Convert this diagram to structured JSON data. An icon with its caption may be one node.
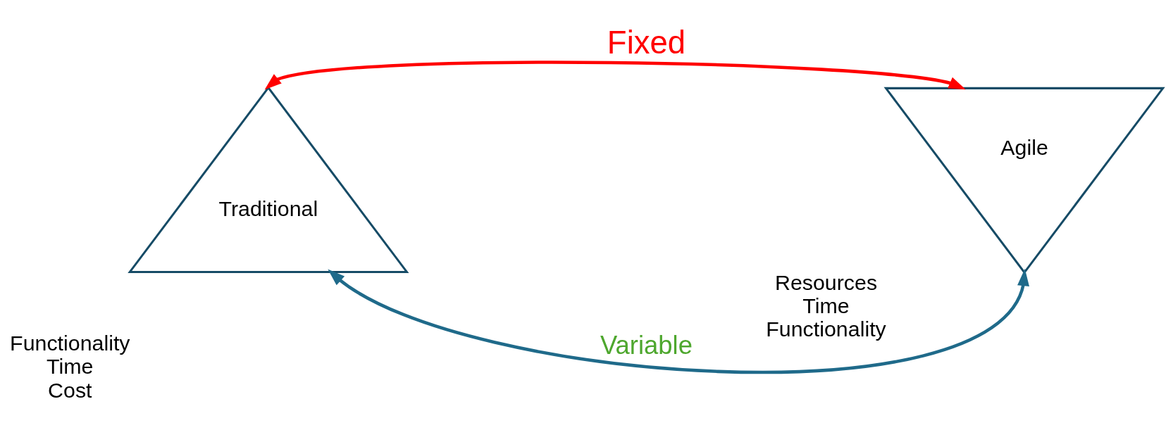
{
  "diagram": {
    "nodes": [
      {
        "text": [
          "Traditional"
        ],
        "beside": [
          "Functionality",
          "Time",
          "Cost"
        ]
      },
      {
        "text": [
          "Agile"
        ],
        "beside": [
          "Resources",
          "Time",
          "Functionality"
        ]
      }
    ],
    "edges": [
      {
        "from": 0,
        "to": 1,
        "arrow": "both",
        "label": "Fixed",
        "color": "#ff0000"
      },
      {
        "from": 0,
        "to": 1,
        "arrow": "both",
        "label": "Variable",
        "color": "#1f6a8a"
      }
    ]
  }
}
